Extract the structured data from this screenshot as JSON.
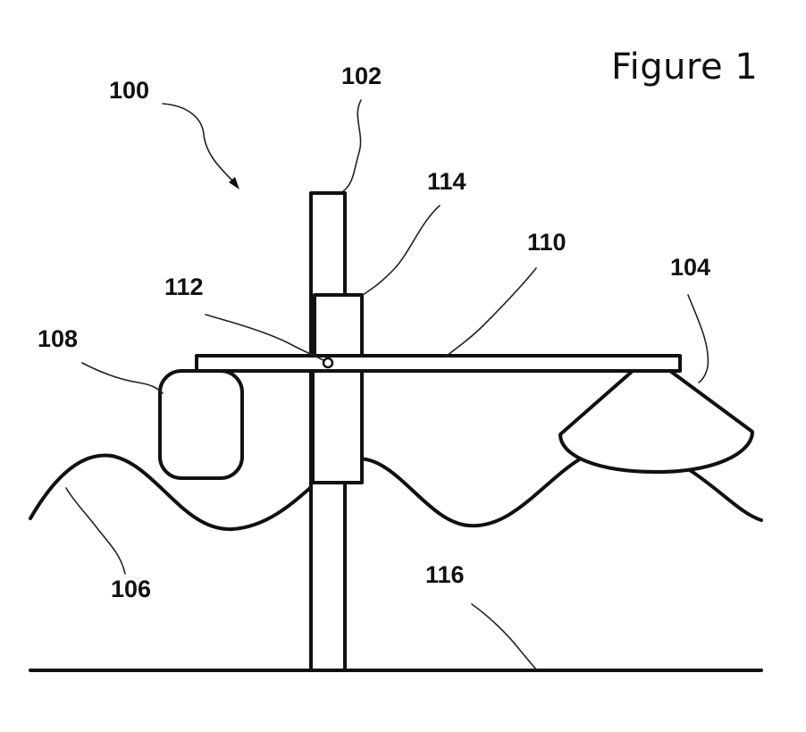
{
  "figure": {
    "title": "Figure 1",
    "labels": {
      "system": "100",
      "mast": "102",
      "float": "104",
      "wave": "106",
      "counterweight": "108",
      "beam": "110",
      "pivot": "112",
      "collar": "114",
      "seabed": "116"
    }
  }
}
